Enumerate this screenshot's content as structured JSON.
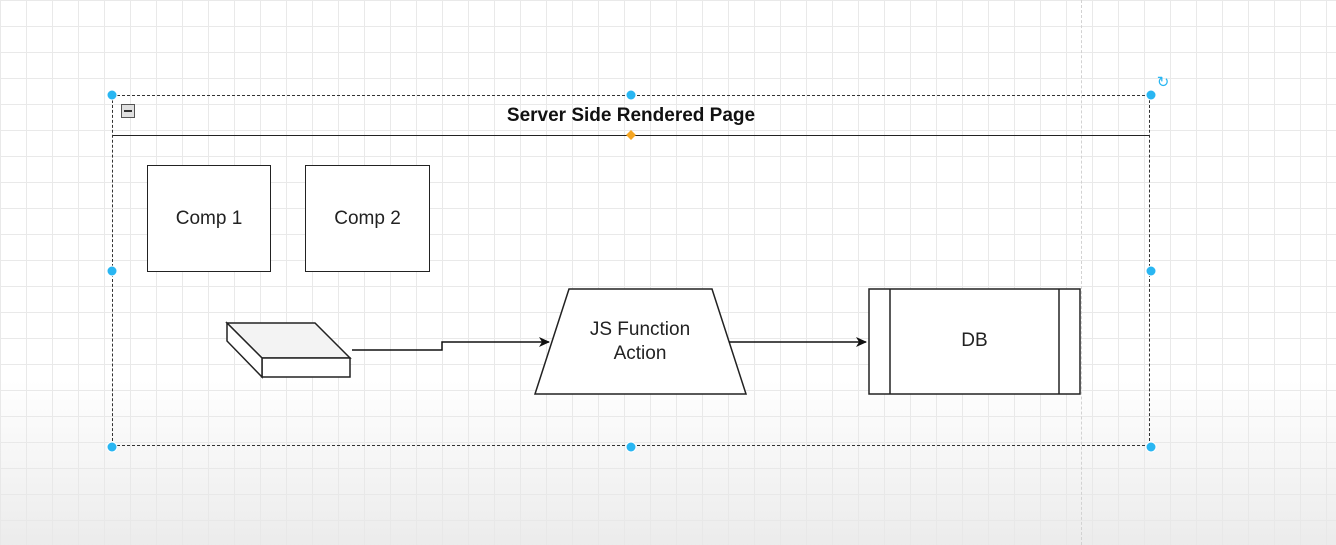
{
  "diagram": {
    "container": {
      "title": "Server Side Rendered Page"
    },
    "nodes": {
      "comp1": "Comp 1",
      "comp2": "Comp 2",
      "js_function_line1": "JS Function",
      "js_function_line2": "Action",
      "db": "DB"
    },
    "edges": [
      {
        "from": "button-shape",
        "to": "js-function-action",
        "style": "orthogonal"
      },
      {
        "from": "js-function-action",
        "to": "db",
        "style": "straight"
      }
    ]
  },
  "selection": {
    "handle_color": "#29b6f2",
    "anchor_color": "#f5a623",
    "rotate_icon": "rotate-icon"
  }
}
